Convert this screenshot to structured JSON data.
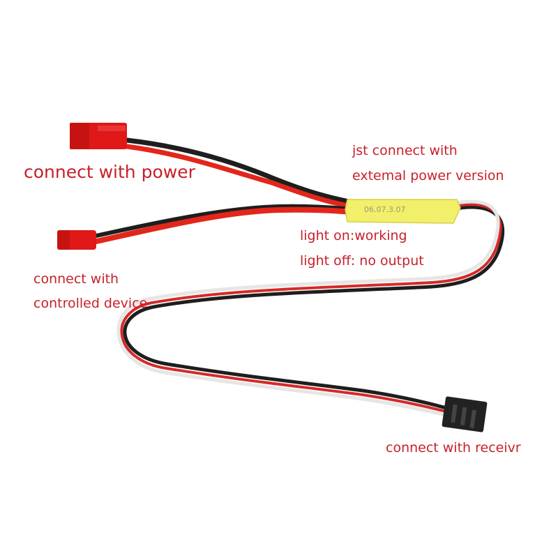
{
  "labels": {
    "power": "connect with power",
    "jst_line1": "jst connect with",
    "jst_line2": "extemal power version",
    "light_on": "light on:working",
    "light_off": "light off: no output",
    "controlled_line1": "connect with",
    "controlled_line2": "controlled device",
    "receiver": "connect with receivr"
  },
  "module": {
    "print": "06.07.3.07"
  },
  "colors": {
    "label_text": "#c8202a",
    "red_wire": "#e3261c",
    "black_wire": "#1e1e1e",
    "white_wire": "#f2f2f2",
    "module_yellow": "#f2ef6a",
    "connector_red": "#e01818",
    "connector_black": "#222222"
  }
}
